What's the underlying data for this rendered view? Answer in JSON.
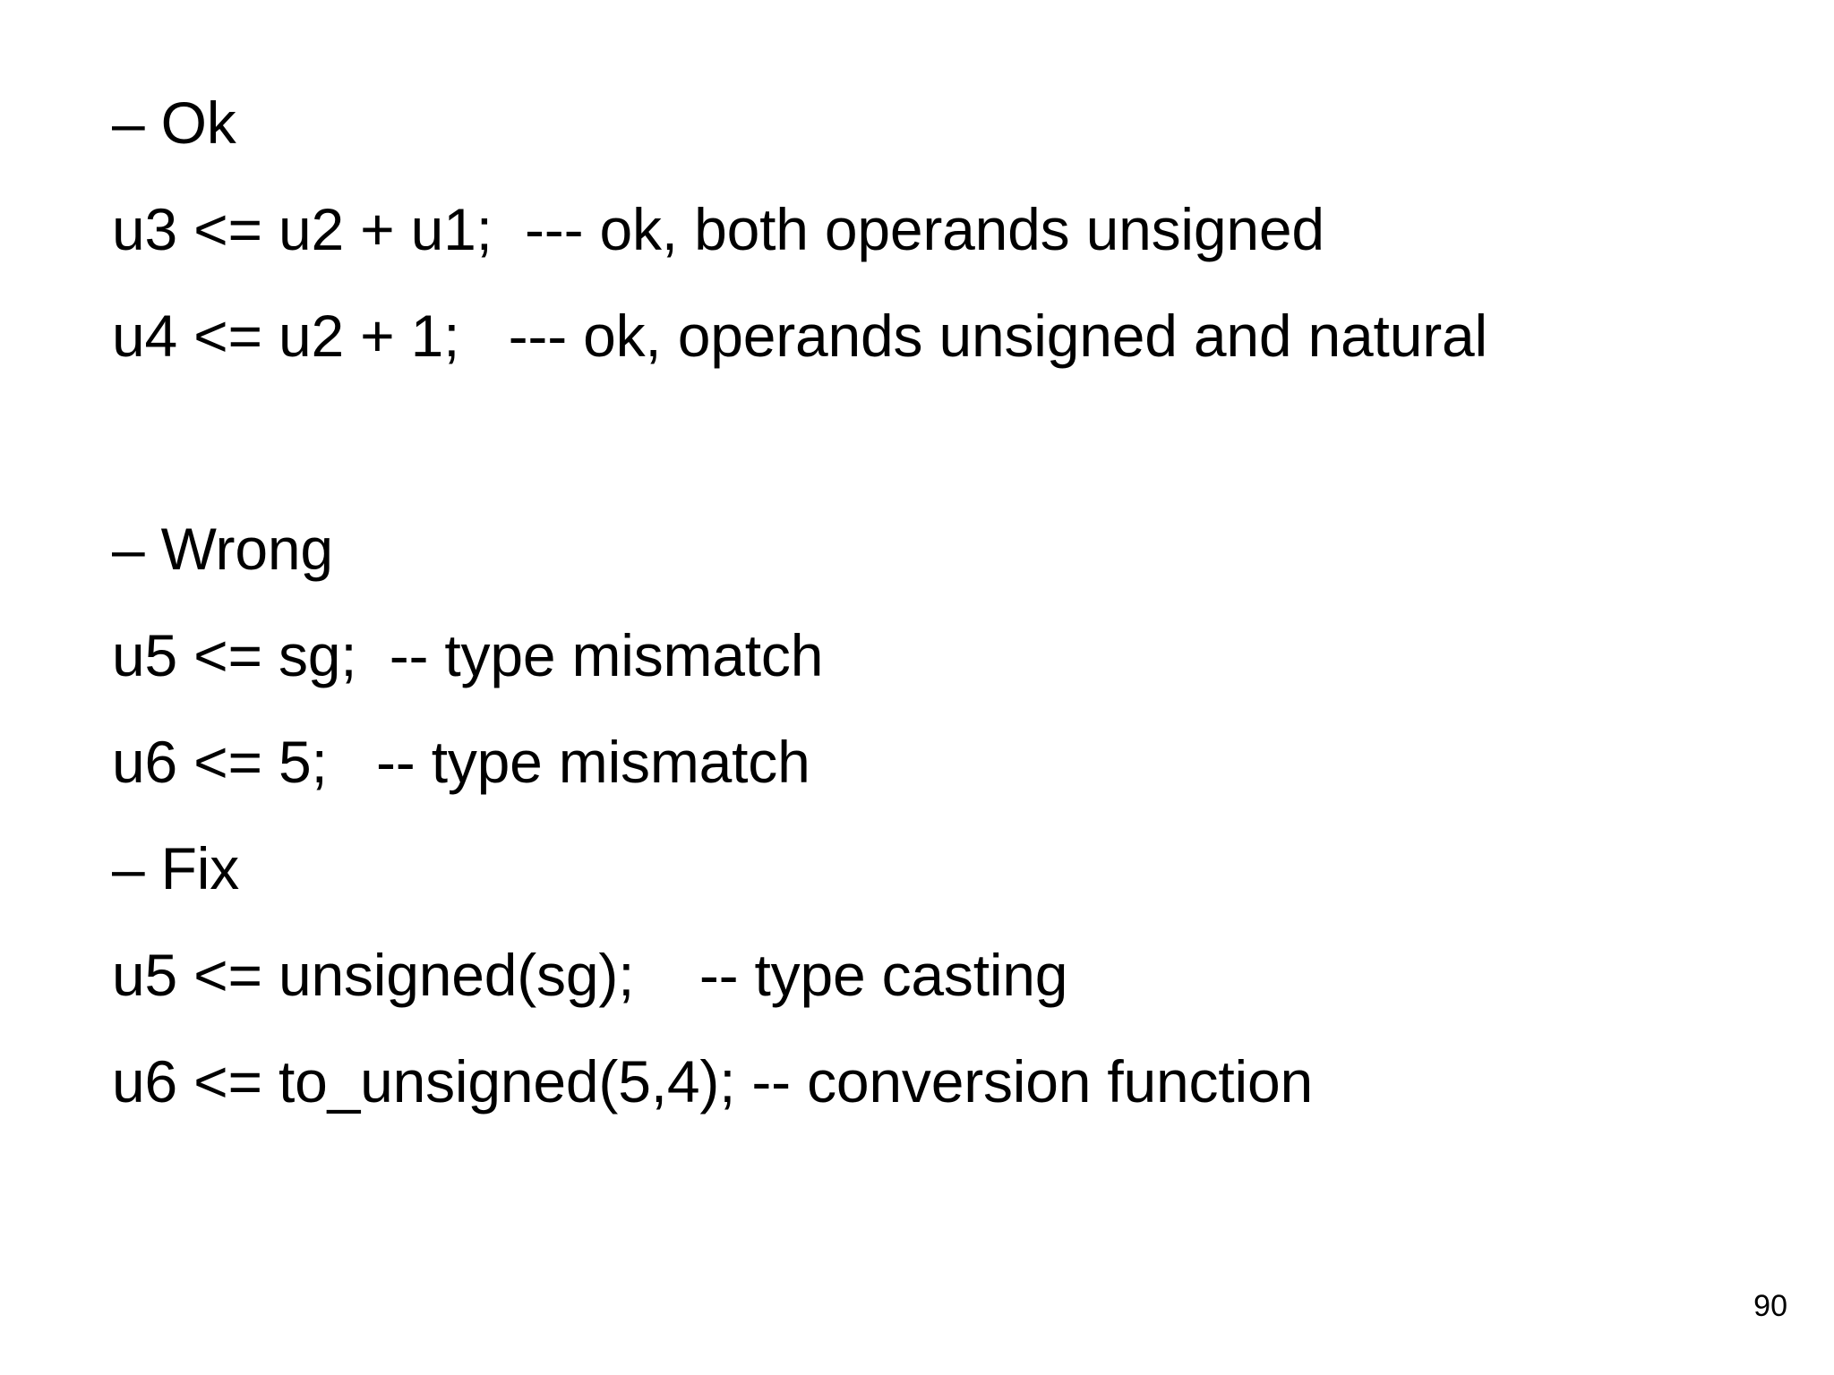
{
  "slide": {
    "background_color": "#ffffff",
    "text_color": "#000000",
    "lines": [
      {
        "id": "ok-heading",
        "text": "– Ok",
        "kind": "bullet"
      },
      {
        "id": "ok-example-1",
        "text": "u3 <= u2 + u1;  --- ok, both operands unsigned",
        "kind": "code"
      },
      {
        "id": "ok-example-2",
        "text": "u4 <= u2 + 1;   --- ok, operands unsigned and natural",
        "kind": "code"
      },
      {
        "id": "spacer",
        "text": "",
        "kind": "blank"
      },
      {
        "id": "wrong-heading",
        "text": "– Wrong",
        "kind": "bullet"
      },
      {
        "id": "wrong-example-1",
        "text": "u5 <= sg;  -- type mismatch",
        "kind": "code"
      },
      {
        "id": "wrong-example-2",
        "text": "u6 <= 5;   -- type mismatch",
        "kind": "code"
      },
      {
        "id": "fix-heading",
        "text": "– Fix",
        "kind": "bullet"
      },
      {
        "id": "fix-example-1",
        "text": "u5 <= unsigned(sg);    -- type casting",
        "kind": "code"
      },
      {
        "id": "fix-example-2",
        "text": "u6 <= to_unsigned(5,4); -- conversion function",
        "kind": "code"
      }
    ]
  },
  "footer": {
    "page_number": "90"
  }
}
